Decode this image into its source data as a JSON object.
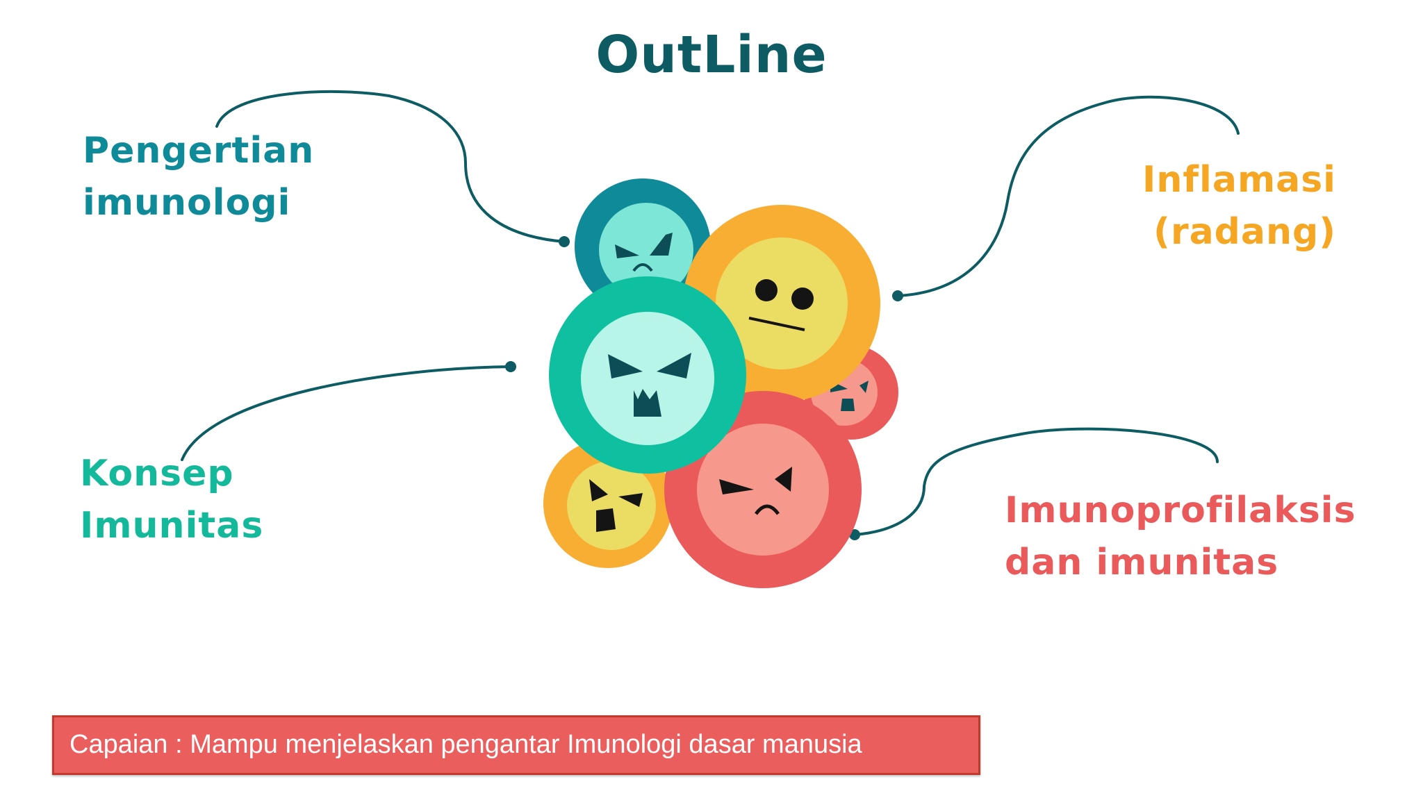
{
  "slide": {
    "title": "OutLine",
    "topics": [
      {
        "lines": [
          "Pengertian",
          "imunologi"
        ],
        "color": "#0e8a99"
      },
      {
        "lines": [
          "Konsep",
          "Imunitas"
        ],
        "color": "#14b89a"
      },
      {
        "lines": [
          "Inflamasi",
          "(radang)"
        ],
        "color": "#f5a623"
      },
      {
        "lines": [
          "Imunoprofilaksis",
          "dan imunitas"
        ],
        "color": "#ea5a5a"
      }
    ],
    "caption": "Capaian : Mampu menjelaskan pengantar Imunologi dasar manusia"
  },
  "colors": {
    "title": "#0d5c63",
    "connector": "#0d5c63",
    "caption_bg": "#eb5e5e",
    "teal_dark": "#0e8a99",
    "teal_light": "#7de6d6",
    "green": "#0fc0a0",
    "green_light": "#b6f5e8",
    "orange": "#f8ae33",
    "yellow": "#ebdc63",
    "red": "#ea5a5a",
    "pink": "#f6988c",
    "face_dark": "#0d4d55"
  }
}
